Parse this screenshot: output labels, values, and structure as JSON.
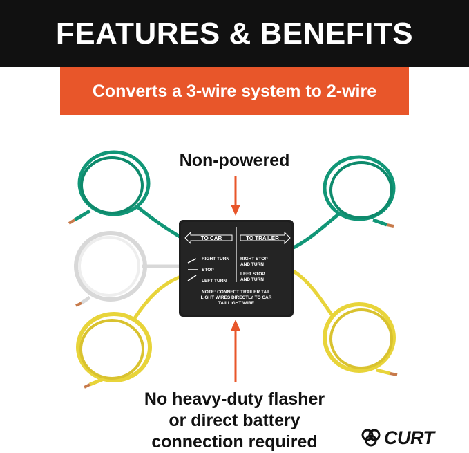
{
  "header": {
    "title": "FEATURES & BENEFITS"
  },
  "banner": {
    "text": "Converts a 3-wire system to 2-wire"
  },
  "callouts": {
    "top": "Non-powered",
    "bottom_lines": [
      "No heavy-duty flasher",
      "or direct battery",
      "connection required"
    ]
  },
  "converter_box": {
    "left_label": "TO CAR",
    "right_label": "TO TRAILER",
    "left_items": [
      "RIGHT TURN",
      "STOP",
      "LEFT TURN"
    ],
    "right_items": [
      [
        "RIGHT STOP",
        "AND TURN"
      ],
      [
        "LEFT STOP",
        "AND TURN"
      ]
    ],
    "note_lines": [
      "NOTE:  CONNECT  TRAILER  TAIL",
      "LIGHT WIRES DIRECTLY TO CAR",
      "TAILLIGHT  WIRE"
    ]
  },
  "brand": {
    "name": "CURT",
    "icon": "curt-logo-icon"
  },
  "colors": {
    "header_bg": "#111111",
    "banner_bg": "#e8562a",
    "arrow": "#e8562a",
    "wire_green": "#119677",
    "wire_white": "#e6e6e6",
    "wire_yellow": "#e8d43a",
    "copper": "#c77a4a",
    "box": "#1e1e1e"
  }
}
